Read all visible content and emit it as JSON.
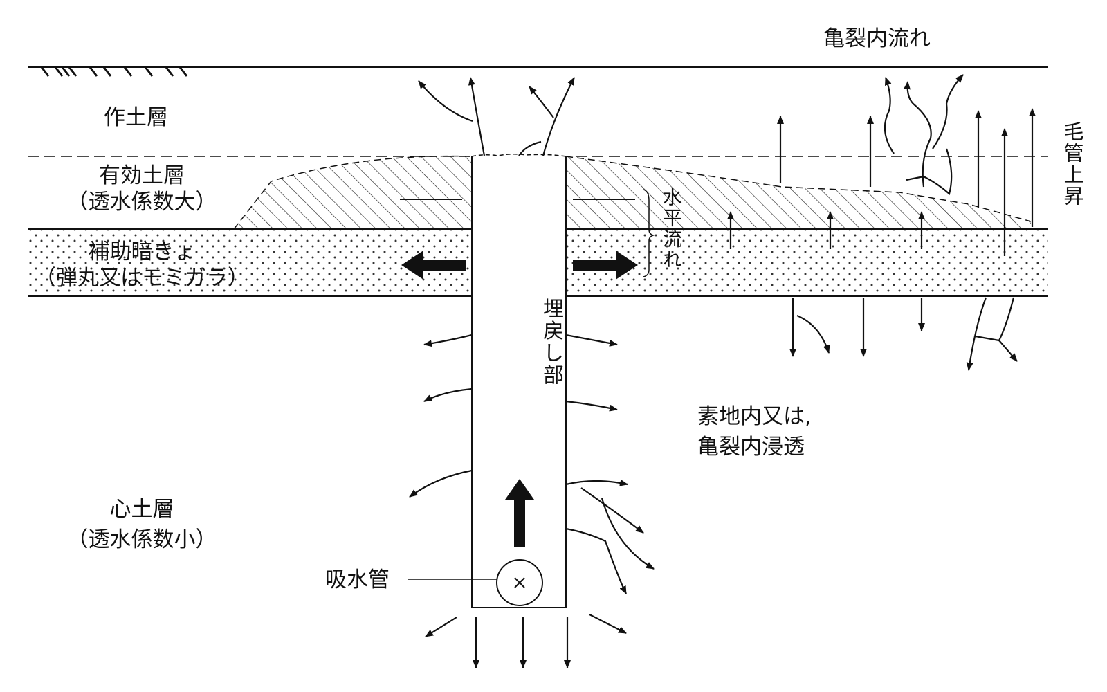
{
  "labels": {
    "crack_flow": "亀裂内流れ",
    "topsoil": "作土層",
    "effective_layer": "有効土層",
    "effective_layer_note": "（透水係数大）",
    "aux_drain": "補助暗きょ",
    "aux_drain_note": "（弾丸又はモミガラ）",
    "horizontal_flow": "水平流れ",
    "capillary_rise": "毛管上昇",
    "backfill": "埋戻し部",
    "infiltration_line1": "素地内又は,",
    "infiltration_line2": "亀裂内浸透",
    "subsoil": "心土層",
    "subsoil_note": "（透水係数小）",
    "intake_pipe": "吸水管"
  }
}
